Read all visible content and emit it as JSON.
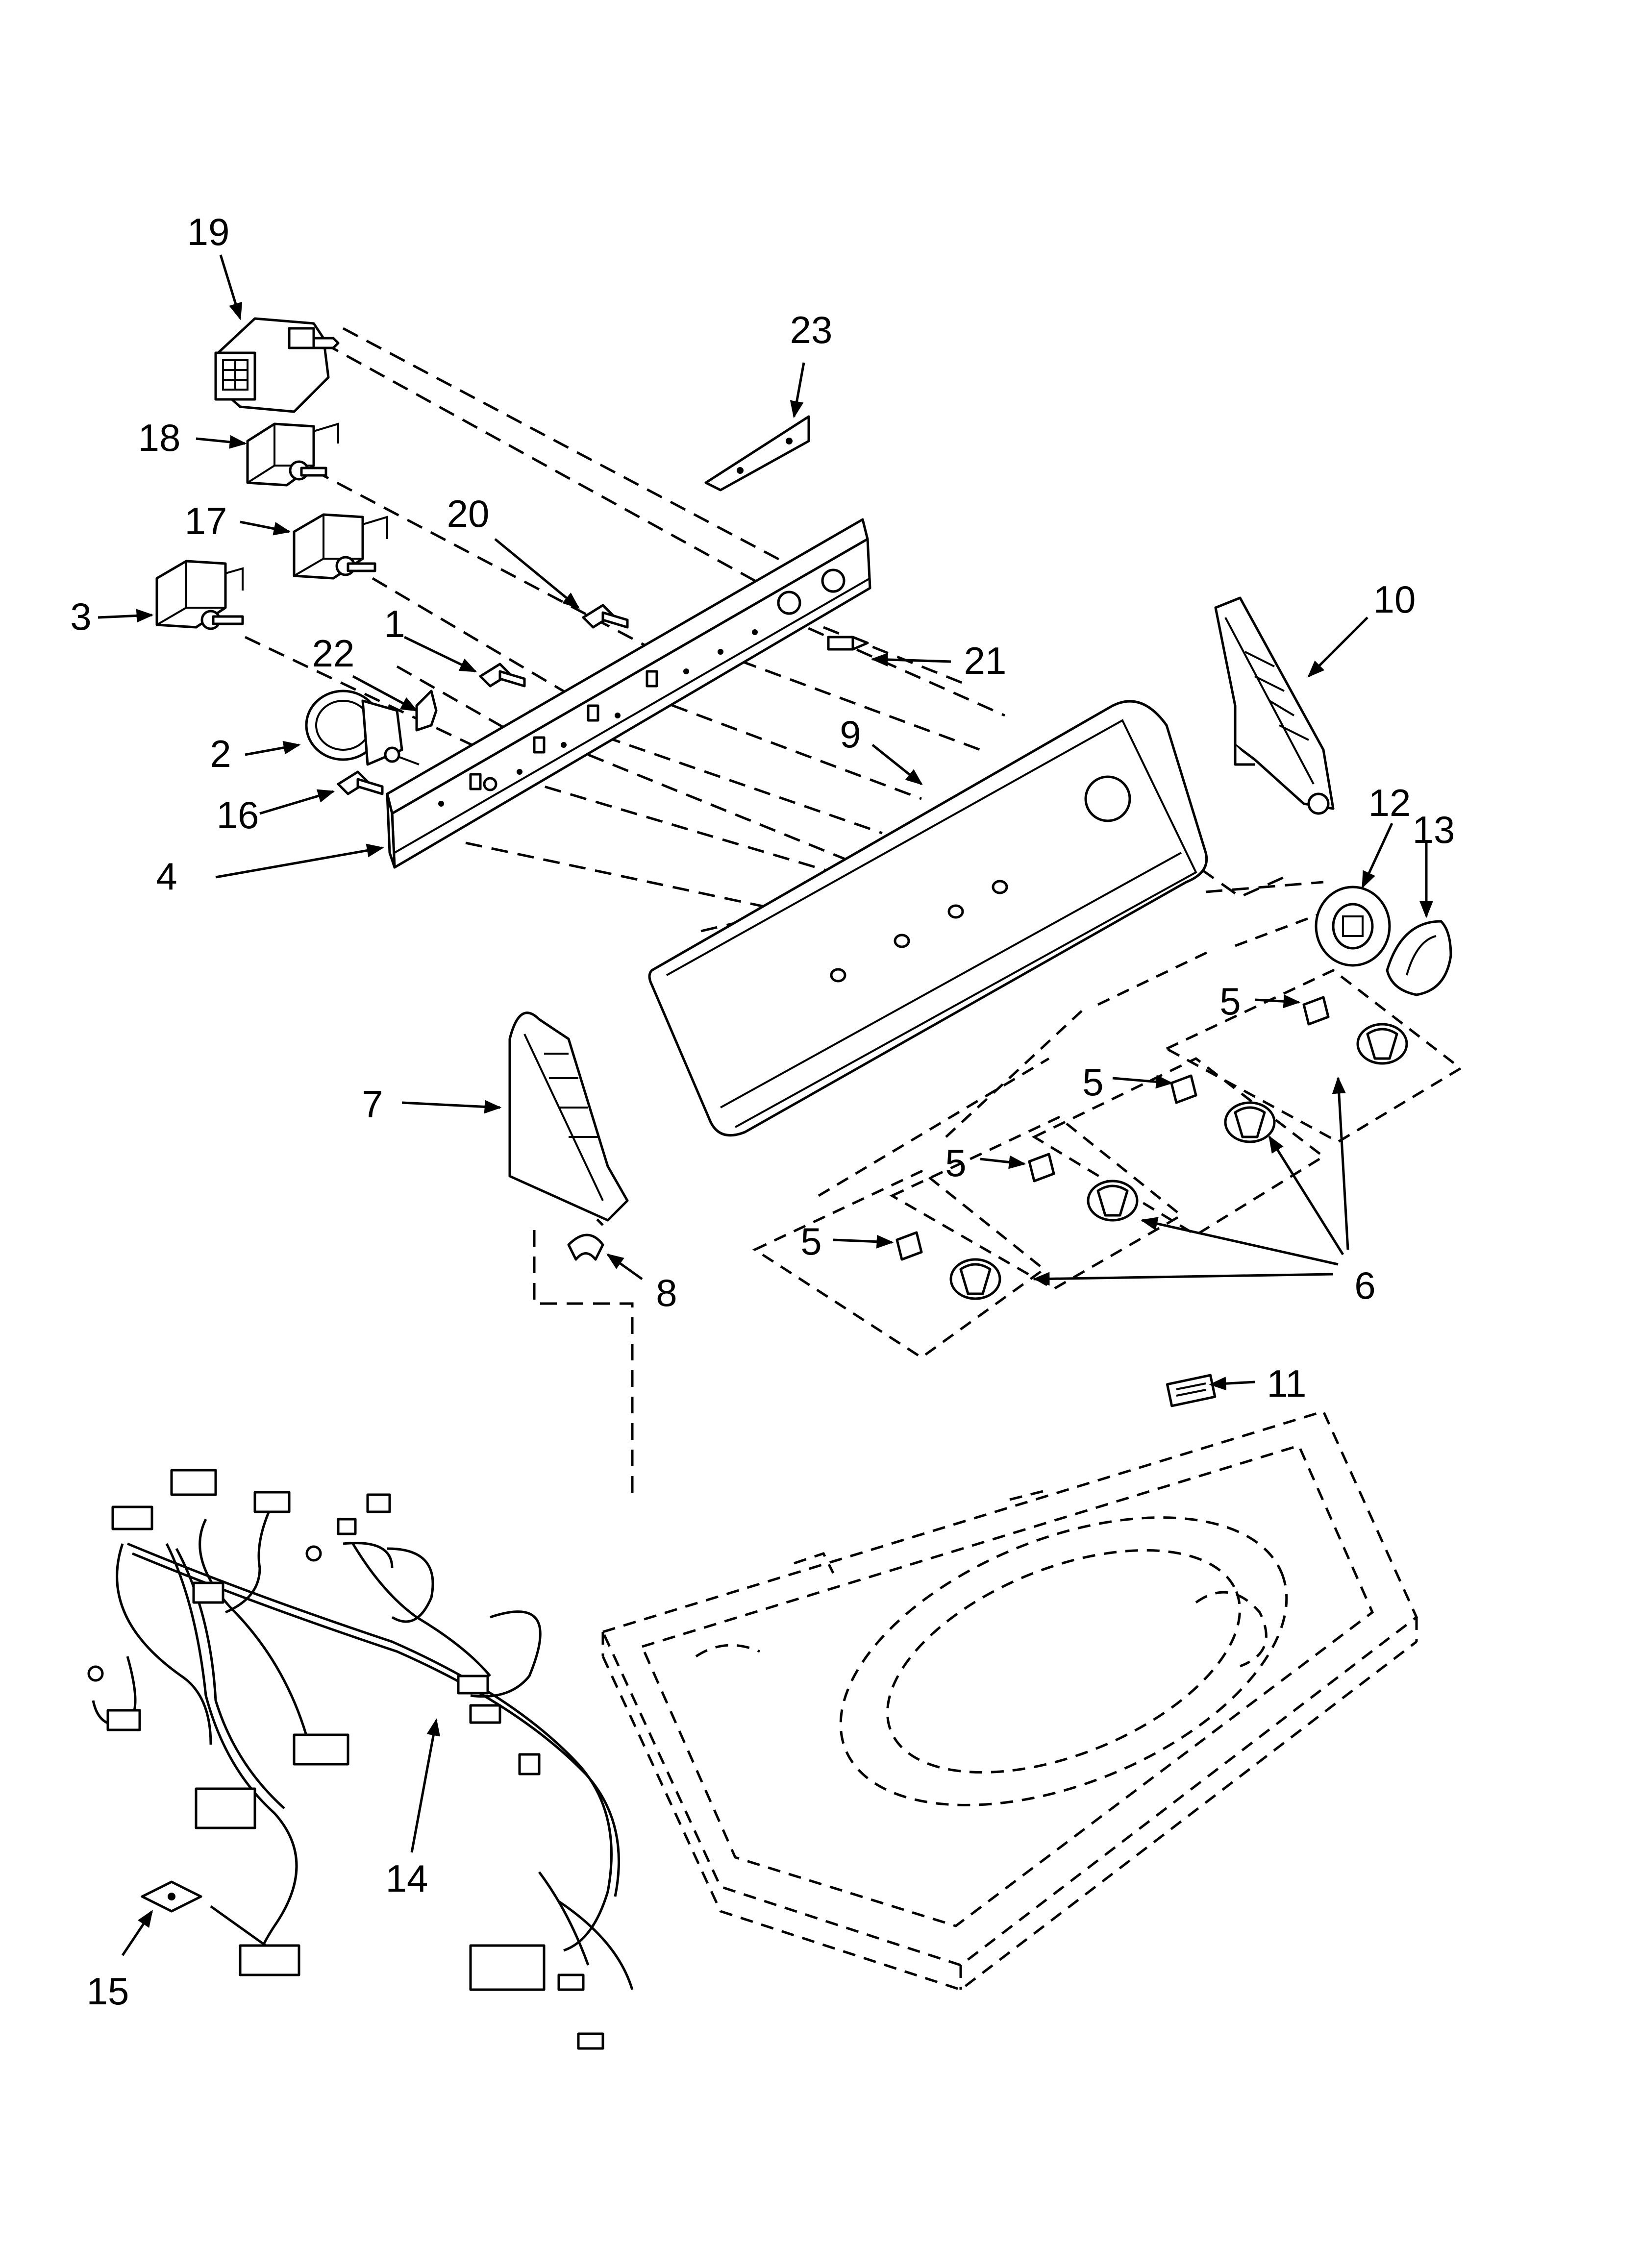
{
  "diagram": {
    "callouts": [
      {
        "id": "c1",
        "text": "1"
      },
      {
        "id": "c2",
        "text": "2"
      },
      {
        "id": "c3",
        "text": "3"
      },
      {
        "id": "c4",
        "text": "4"
      },
      {
        "id": "c5a",
        "text": "5"
      },
      {
        "id": "c5b",
        "text": "5"
      },
      {
        "id": "c5c",
        "text": "5"
      },
      {
        "id": "c5d",
        "text": "5"
      },
      {
        "id": "c6",
        "text": "6"
      },
      {
        "id": "c7",
        "text": "7"
      },
      {
        "id": "c8",
        "text": "8"
      },
      {
        "id": "c9",
        "text": "9"
      },
      {
        "id": "c10",
        "text": "10"
      },
      {
        "id": "c11",
        "text": "11"
      },
      {
        "id": "c12",
        "text": "12"
      },
      {
        "id": "c13",
        "text": "13"
      },
      {
        "id": "c14",
        "text": "14"
      },
      {
        "id": "c15",
        "text": "15"
      },
      {
        "id": "c16",
        "text": "16"
      },
      {
        "id": "c17",
        "text": "17"
      },
      {
        "id": "c18",
        "text": "18"
      },
      {
        "id": "c19",
        "text": "19"
      },
      {
        "id": "c20",
        "text": "20"
      },
      {
        "id": "c21",
        "text": "21"
      },
      {
        "id": "c22",
        "text": "22"
      },
      {
        "id": "c23",
        "text": "23"
      }
    ]
  }
}
